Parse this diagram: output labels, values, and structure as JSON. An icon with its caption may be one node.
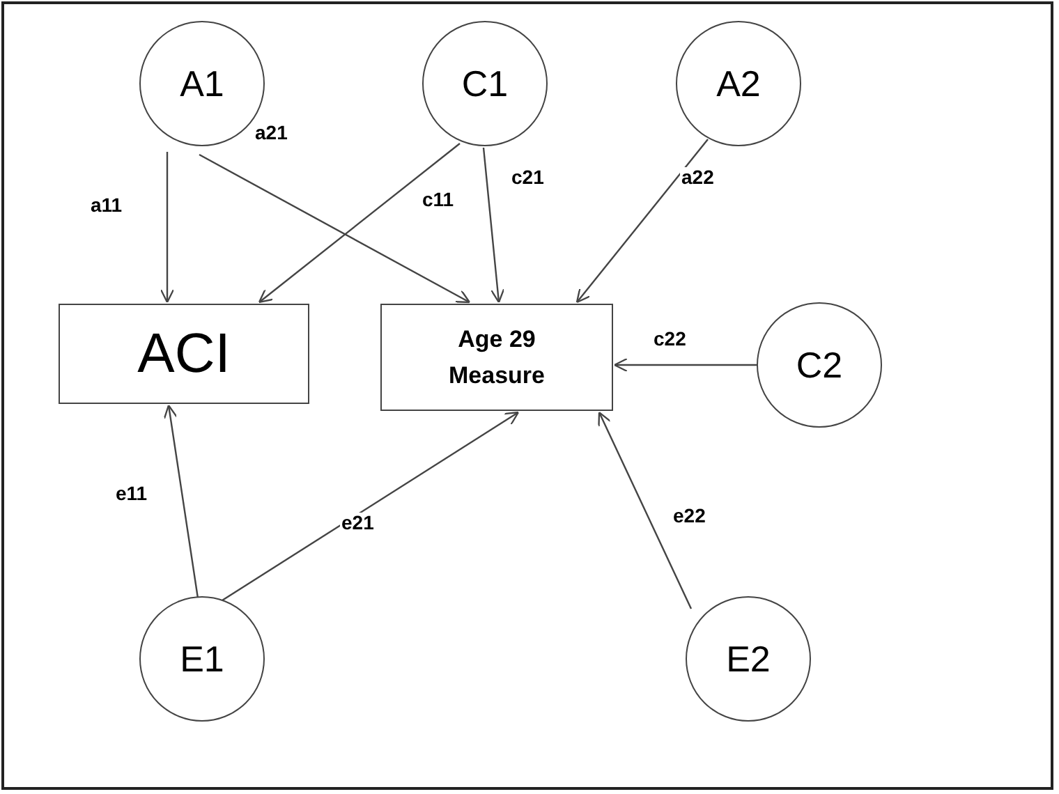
{
  "diagram": {
    "nodes": [
      {
        "text": [
          "A1"
        ]
      },
      {
        "text": [
          "C1"
        ]
      },
      {
        "text": [
          "A2"
        ]
      },
      {
        "text": [
          "ACI"
        ]
      },
      {
        "text": [
          "Age 29 Measure"
        ]
      },
      {
        "text": [
          "C2"
        ]
      },
      {
        "text": [
          "E1"
        ]
      },
      {
        "text": [
          "E2"
        ]
      }
    ],
    "edges": [
      {
        "from": 0,
        "to": 3,
        "arrow": "to",
        "label": "a11"
      },
      {
        "from": 0,
        "to": 4,
        "arrow": "to",
        "label": "a21"
      },
      {
        "from": 1,
        "to": 3,
        "arrow": "to",
        "label": "c11"
      },
      {
        "from": 1,
        "to": 4,
        "arrow": "to",
        "label": "c21"
      },
      {
        "from": 2,
        "to": 4,
        "arrow": "to",
        "label": "a22"
      },
      {
        "from": 5,
        "to": 4,
        "arrow": "to",
        "label": "c22"
      },
      {
        "from": 6,
        "to": 3,
        "arrow": "to",
        "label": "e11"
      },
      {
        "from": 6,
        "to": 4,
        "arrow": "to",
        "label": "e21"
      },
      {
        "from": 7,
        "to": 4,
        "arrow": "to",
        "label": "e22"
      }
    ]
  }
}
